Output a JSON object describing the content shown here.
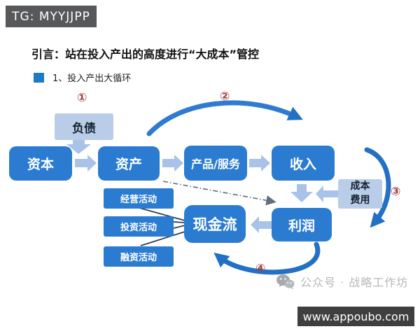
{
  "badge": {
    "text": "TG: MYYJJPP"
  },
  "header": {
    "title": "引言：站在投入产出的高度进行“大成本”管控",
    "subtitle": "1、投入产出大循环"
  },
  "nodes": {
    "capital": "资本",
    "assets": "资产",
    "products": "产品/服务",
    "income": "收入",
    "liabilities": "负债",
    "cost_expense": "成本费用",
    "profit": "利润",
    "cashflow": "现金流",
    "operating": "经营活动",
    "investing": "投资活动",
    "financing": "融资活动"
  },
  "steps": {
    "s1": "①",
    "s2": "②",
    "s3": "③",
    "s4": "④"
  },
  "watermark": {
    "icon": "wechat-icon",
    "text": "公众号 · 战略工作坊"
  },
  "footer": {
    "url": "www.appoubo.com"
  },
  "colors": {
    "box_blue": "#2b7cd0",
    "light_blue_box": "#b9cde8",
    "connector_arrow": "#a9c3e8",
    "curve_arrow": "#2470c4",
    "step_number": "#a04040",
    "badge_bg": "#57585a",
    "footer_bg": "#3f3f3f",
    "bullet_blue": "#1f7ac6"
  }
}
